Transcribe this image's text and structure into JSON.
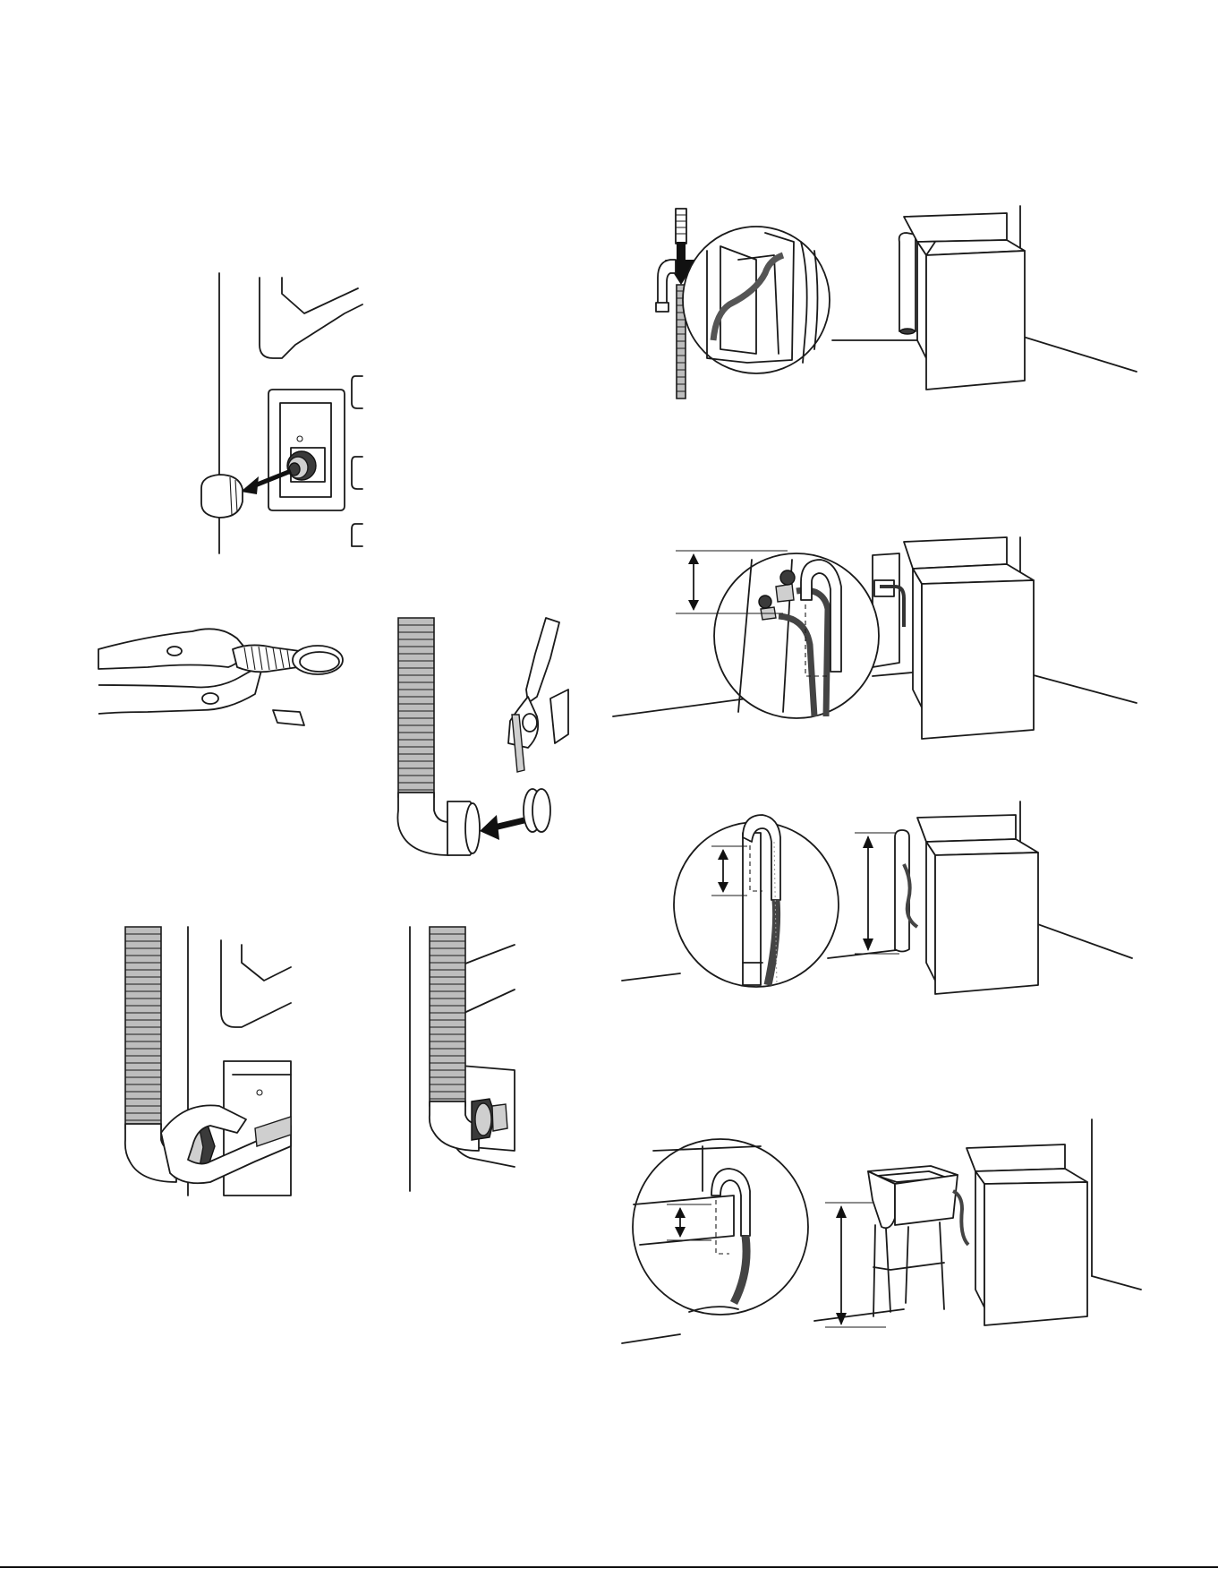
{
  "page": {
    "footer_text": "",
    "figures": [
      {
        "id": "fig-remove-drain-cap",
        "icons": [
          "drain-cap-icon",
          "arrow-icon",
          "drain-outlet-icon"
        ]
      },
      {
        "id": "fig-pliers-clamp",
        "icons": [
          "locking-pliers-icon",
          "spring-clamp-icon"
        ]
      },
      {
        "id": "fig-clamp-slide-onto-hose",
        "icons": [
          "drain-hose-icon",
          "pliers-icon",
          "arrow-icon"
        ]
      },
      {
        "id": "fig-wrench-install-hose",
        "icons": [
          "drain-hose-icon",
          "wrench-icon"
        ]
      },
      {
        "id": "fig-hose-installed",
        "icons": [
          "drain-hose-icon",
          "clamp-icon"
        ]
      },
      {
        "id": "fig-hose-form-attached",
        "icons": [
          "drain-hose-icon",
          "hose-form-icon",
          "washer-icon",
          "standpipe-icon"
        ]
      },
      {
        "id": "fig-wall-box-drain",
        "icons": [
          "wall-box-icon",
          "faucet-icon",
          "washer-icon",
          "dimension-arrow-icon"
        ]
      },
      {
        "id": "fig-standpipe-drain",
        "icons": [
          "standpipe-icon",
          "washer-icon",
          "dimension-arrow-icon"
        ]
      },
      {
        "id": "fig-laundry-tub-drain",
        "icons": [
          "laundry-tub-icon",
          "washer-icon",
          "dimension-arrow-icon"
        ]
      }
    ]
  }
}
